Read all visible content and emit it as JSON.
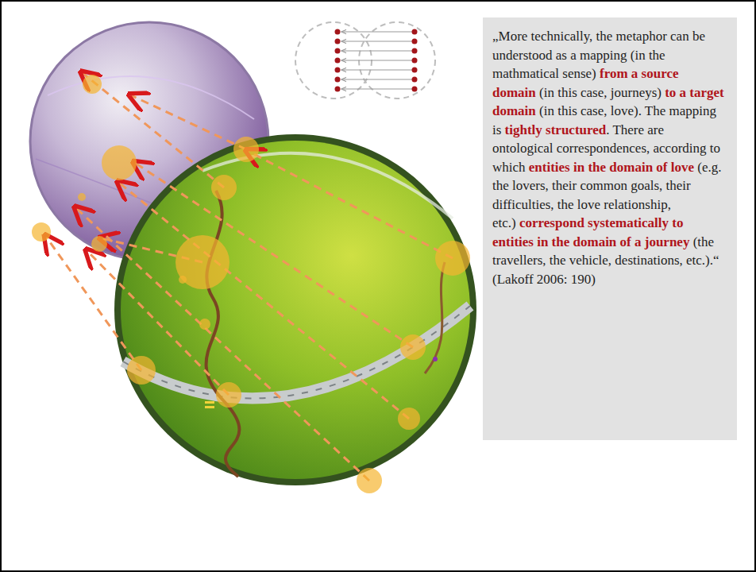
{
  "diagram": {
    "nodes": [
      {
        "text": [
          "„More technically, the metaphor can be understood as a mapping (in the mathmatical sense)",
          "from a source domain",
          "(in this case, journeys)",
          "to a target domain",
          "(in this case, love). The mapping is",
          "tightly structured",
          ". There are ontological correspondences, according to which",
          "entities in the domain of love",
          "(e.g. the lovers, their common goals, their difficulties, the love relationship, etc.)",
          "correspond systematically to entities in the domain of a journey",
          "(the travellers, the vehicle, destinations, etc.).“ (Lakoff 2006: 190)"
        ]
      }
    ]
  }
}
